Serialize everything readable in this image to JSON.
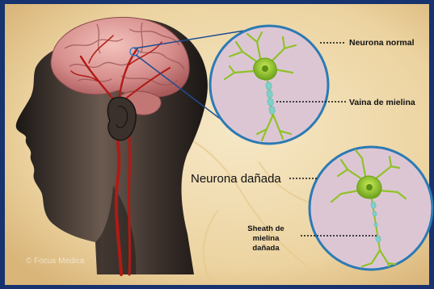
{
  "labels": {
    "neurona_normal": "Neurona normal",
    "vaina_de_mielina": "Vaina de mielina",
    "neurona_danada": "Neurona dañada",
    "sheath_line1": "Sheath de",
    "sheath_line2": "mielina",
    "sheath_line3": "dañada"
  },
  "credit": "© Focus Medica",
  "colors": {
    "frame": "#16326f",
    "background": "#f1dcae",
    "circle_fill": "#ddc6d4",
    "circle_stroke": "#2b7ab3",
    "neuron": "#8fc227",
    "myelin": "#7ed0c8",
    "artery": "#b11a15",
    "brain": "#d99494",
    "head": "#2b2522"
  }
}
